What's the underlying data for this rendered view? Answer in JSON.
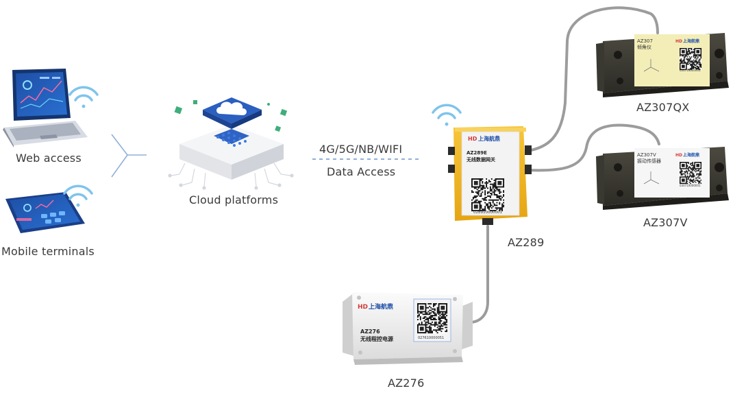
{
  "labels": {
    "web_access": "Web access",
    "mobile_terminals": "Mobile terminals",
    "cloud_platforms": "Cloud platforms",
    "link_top": "4G/5G/NB/WIFI",
    "link_bottom": "Data Access",
    "az289": "AZ289",
    "az307qx": "AZ307QX",
    "az307v": "AZ307V",
    "az276": "AZ276"
  },
  "devices": {
    "brand": "上海航鼎",
    "az289": {
      "model": "AZ289E",
      "desc": "无线数据网关",
      "serial": "028910000001"
    },
    "az307qx": {
      "model": "AZ307",
      "desc": "倾角仪",
      "serial": "030710000001"
    },
    "az307v": {
      "model": "AZ307V",
      "desc": "振动传感器",
      "serial": "030710000001"
    },
    "az276": {
      "model": "AZ276",
      "desc": "无线程控电源",
      "serial": "027610000051"
    }
  },
  "colors": {
    "accent_blue": "#2e5fbf",
    "dark_blue": "#1d4fa8",
    "wifi_blue": "#7fc4ec",
    "cloud_green": "#3fae7a",
    "gateway_yellow": "#f2b61c",
    "cable_gray": "#9a9a9a",
    "dashed_link": "#8fb0d8",
    "label_text": "#3a3a3a"
  },
  "icons": {
    "laptop": "laptop-icon",
    "tablet": "tablet-icon",
    "wifi": "wifi-icon",
    "cloud_server": "cloud-server-icon",
    "qr": "qr-code-icon"
  }
}
